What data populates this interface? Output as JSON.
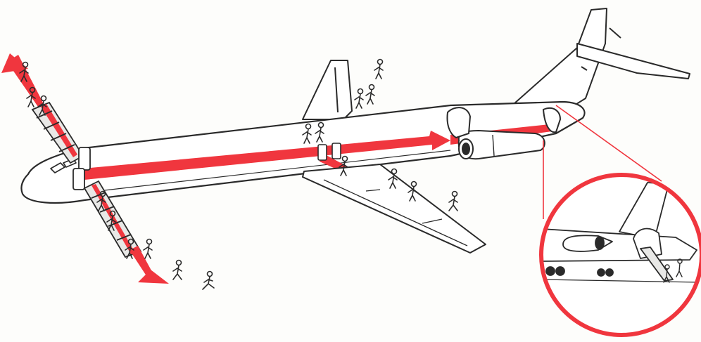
{
  "colors": {
    "background": "#fdfdfb",
    "outline": "#2a2a2a",
    "fuselage": "#ffffff",
    "evacuation_path": "#f0363e",
    "slide": "#e8e8e6"
  },
  "icons": {
    "aircraft": "aircraft-icon",
    "evacuation_arrow": "arrow-icon",
    "passenger": "person-running-icon",
    "magnifier": "magnifier-circle-icon"
  },
  "exits": {
    "forward_left_slide": "slide",
    "forward_right_slide": "slide",
    "overwing_exits": "window-exit",
    "tailcone_exit": "tailcone-stair"
  }
}
